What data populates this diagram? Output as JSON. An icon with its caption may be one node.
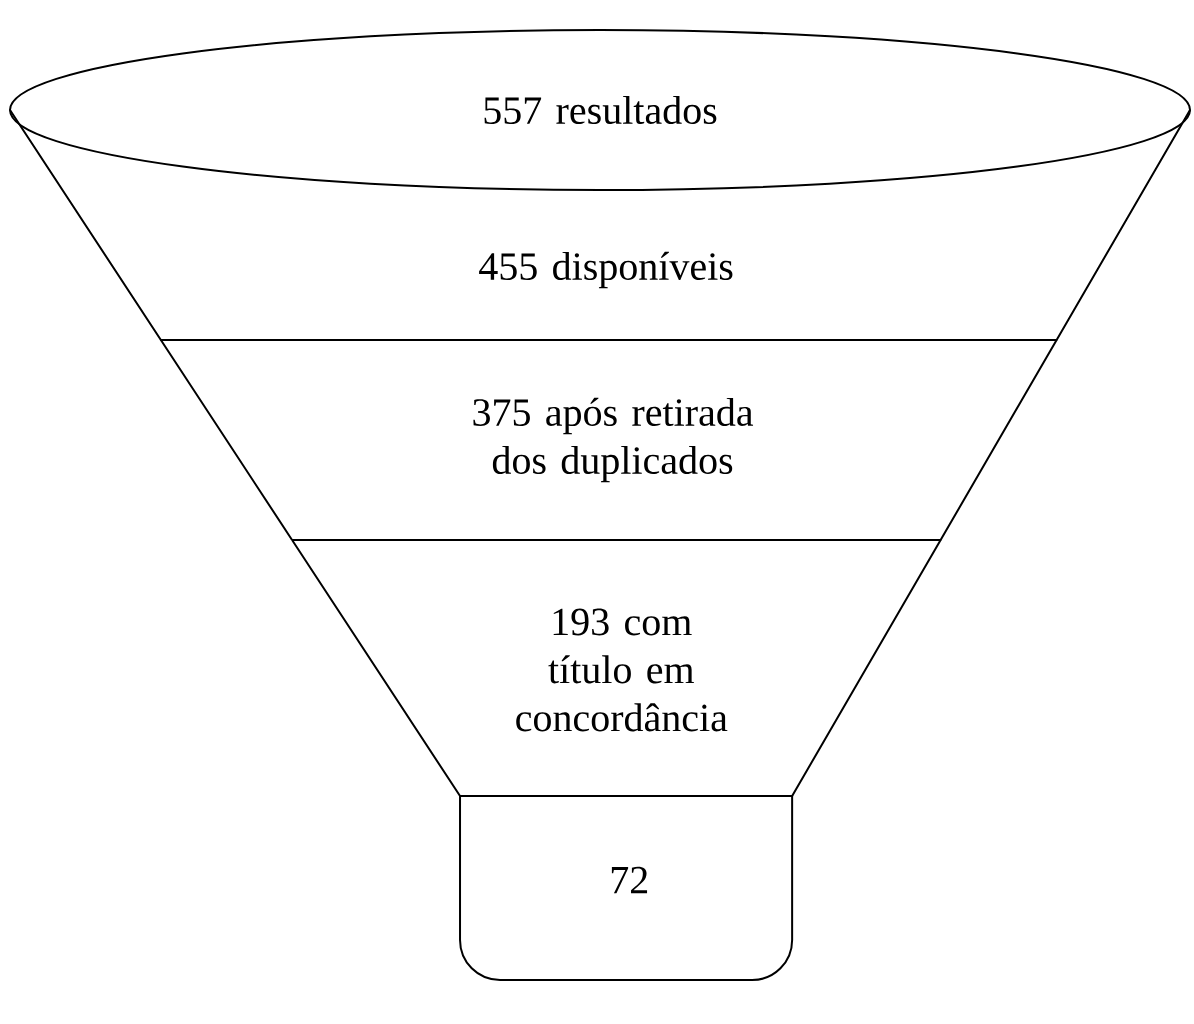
{
  "diagram": {
    "nodes": [
      {
        "text": [
          "557 resultados"
        ]
      },
      {
        "text": [
          "455 disponíveis"
        ]
      },
      {
        "text": [
          "375 após retirada dos duplicados"
        ]
      },
      {
        "text": [
          "193 com título em concordância"
        ]
      },
      {
        "text": [
          "72"
        ]
      }
    ]
  }
}
